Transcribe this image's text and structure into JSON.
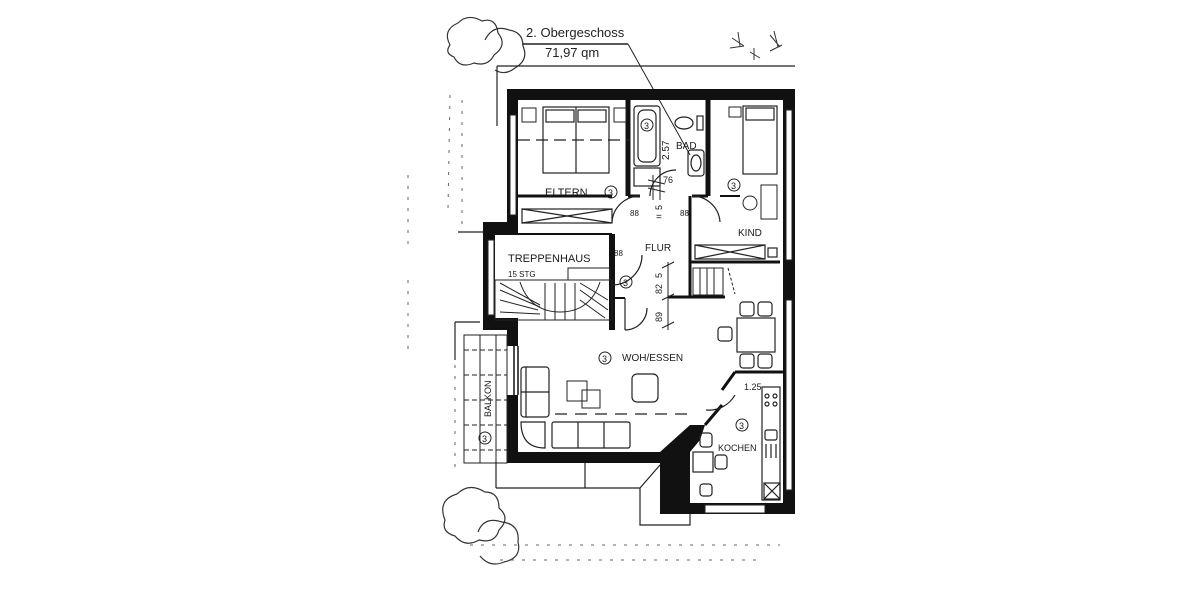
{
  "header": {
    "floor": "2. Obergeschoss",
    "area": "71,97 qm"
  },
  "rooms": [
    {
      "id": "eltern",
      "label": "ELTERN",
      "marker": "3"
    },
    {
      "id": "bad",
      "label": "BAD",
      "marker": "3"
    },
    {
      "id": "kind",
      "label": "KIND",
      "marker": "3"
    },
    {
      "id": "treppenhaus",
      "label": "TREPPENHAUS",
      "sub": "15 STG"
    },
    {
      "id": "flur",
      "label": "FLUR",
      "marker": "3"
    },
    {
      "id": "woh",
      "label": "WOH/ESSEN",
      "marker": "3"
    },
    {
      "id": "kochen",
      "label": "KOCHEN",
      "marker": "3"
    },
    {
      "id": "balkon",
      "label": "BALKON",
      "marker": "3"
    }
  ],
  "dimensions": {
    "bad_width": "2.57",
    "door_76": "76",
    "door_88_a": "88",
    "door_88_b": "88",
    "door_88_c": "88",
    "flur_5a": "5",
    "flur_5b": "5",
    "flur_82": "82",
    "flur_89": "89",
    "kitchen_125": "1.25",
    "equal": "="
  },
  "colors": {
    "wall": "#111111",
    "line": "#222222",
    "background": "#ffffff"
  }
}
